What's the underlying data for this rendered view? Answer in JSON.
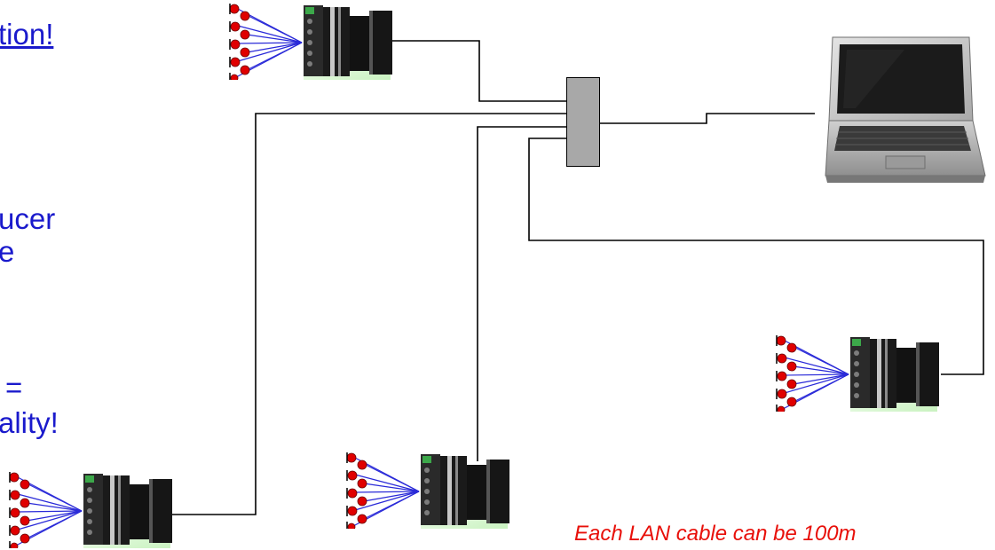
{
  "text": {
    "fragment_1": "tion!",
    "fragment_2": "ucer",
    "fragment_3": "e",
    "fragment_4": "=",
    "fragment_5": "ality!",
    "note": "Each LAN cable can be 100m"
  },
  "colors": {
    "blue_text": "#1a1acc",
    "red_note": "#e8100a",
    "sensor_red": "#e00000",
    "sensor_wire": "#2a2ad8",
    "hub_fill": "#a8a8a8",
    "cable": "#000000"
  },
  "icons": {
    "daq": "data-acquisition-unit-icon",
    "laptop": "laptop-icon",
    "hub": "network-switch-icon",
    "sensor": "sensor-icon"
  }
}
